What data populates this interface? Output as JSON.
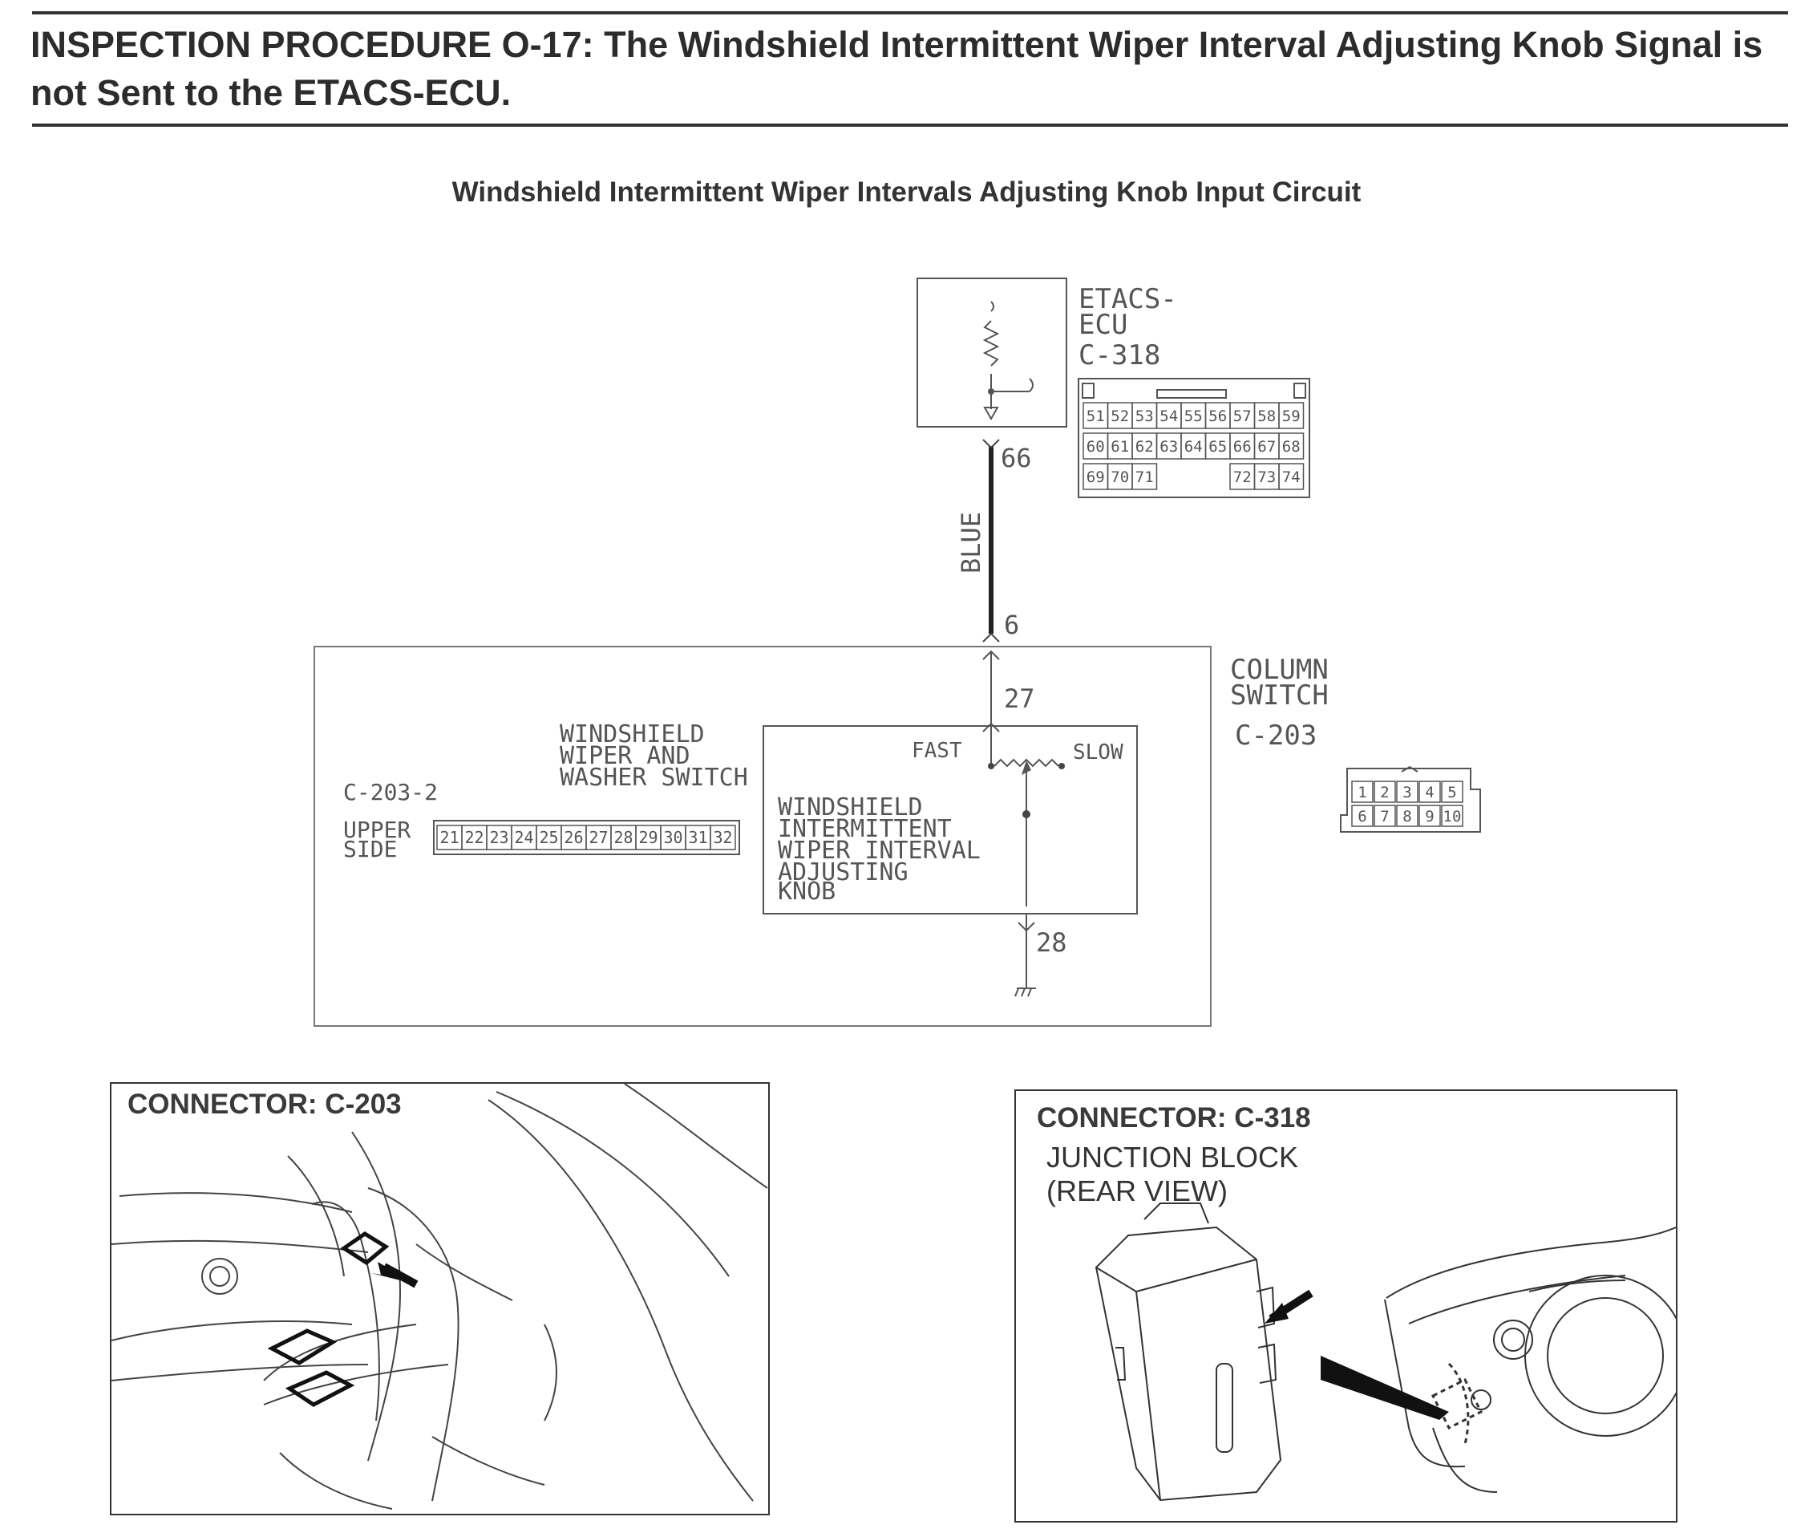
{
  "header": {
    "title": "INSPECTION PROCEDURE O-17: The Windshield Intermittent Wiper Interval Adjusting Knob Signal is not Sent to the ETACS-ECU."
  },
  "diagram": {
    "title": "Windshield Intermittent Wiper Intervals Adjusting Knob Input Circuit",
    "ecu": {
      "name_line1": "ETACS-",
      "name_line2": "ECU",
      "connector": "C-318",
      "pin": "66",
      "connector_pins": [
        [
          "51",
          "52",
          "53",
          "54",
          "55",
          "56",
          "57",
          "58",
          "59"
        ],
        [
          "60",
          "61",
          "62",
          "63",
          "64",
          "65",
          "66",
          "67",
          "68"
        ],
        [
          "69",
          "70",
          "71",
          "",
          "",
          "",
          "72",
          "73",
          "74"
        ]
      ]
    },
    "wire": {
      "color": "BLUE",
      "from_pin": "66",
      "to_pin": "6"
    },
    "column_switch": {
      "name_line1": "COLUMN",
      "name_line2": "SWITCH",
      "connector": "C-203",
      "connector_pins": [
        [
          "1",
          "2",
          "3",
          "4",
          "5"
        ],
        [
          "6",
          "7",
          "8",
          "9",
          "10"
        ]
      ],
      "pin_top": "27",
      "pin_bottom": "28",
      "sub_connector": "C-203-2",
      "side_line1": "UPPER",
      "side_line2": "SIDE",
      "sub_connector_pins": [
        "21",
        "22",
        "23",
        "24",
        "25",
        "26",
        "27",
        "28",
        "29",
        "30",
        "31",
        "32"
      ],
      "switch_label_line1": "WINDSHIELD",
      "switch_label_line2": "WIPER AND",
      "switch_label_line3": "WASHER SWITCH",
      "knob_label_line1": "WINDSHIELD",
      "knob_label_line2": "INTERMITTENT",
      "knob_label_line3": "WIPER INTERVAL",
      "knob_label_line4": "ADJUSTING",
      "knob_label_line5": "KNOB",
      "fast_label": "FAST",
      "slow_label": "SLOW"
    }
  },
  "panels": {
    "left": {
      "title": "CONNECTOR: C-203"
    },
    "right": {
      "title": "CONNECTOR: C-318",
      "subtitle_line1": "JUNCTION BLOCK",
      "subtitle_line2": "(REAR VIEW)"
    }
  }
}
